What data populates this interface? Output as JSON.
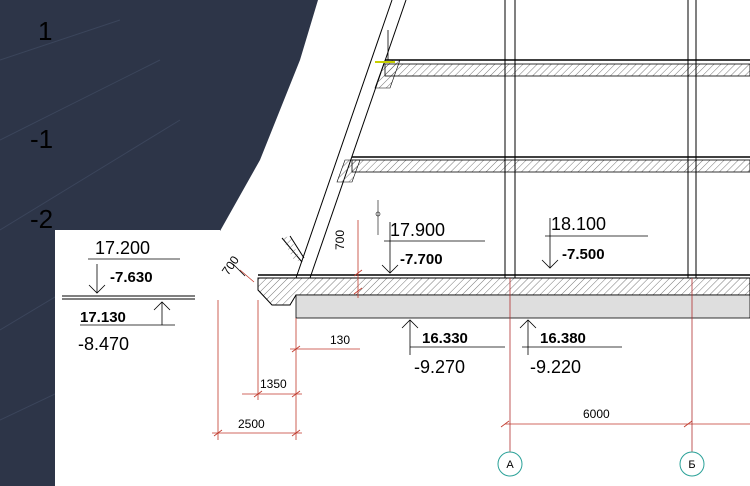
{
  "slide_labels": {
    "first": "1",
    "second": "-1",
    "third": "-2"
  },
  "marks": {
    "m1_top": "17.200",
    "m1_bottom": "-7.630",
    "m2_top": "17.130",
    "m2_bottom": "-8.470",
    "m3_top": "17.900",
    "m3_bottom": "-7.700",
    "m4_top": "18.100",
    "m4_bottom": "-7.500",
    "m5_top": "16.330",
    "m5_bottom": "-9.270",
    "m6_top": "16.380",
    "m6_bottom": "-9.220"
  },
  "dimensions": {
    "d700_left": "700",
    "d700_mid": "700",
    "d130": "130",
    "d1350": "1350",
    "d2500": "2500",
    "d6000": "6000"
  },
  "axes": {
    "axis_a": "А",
    "axis_b": "Б"
  },
  "colors": {
    "background": "#2d3548",
    "canvas": "#ffffff",
    "dimension_line": "#c0392b",
    "axis_line": "#b03030"
  }
}
